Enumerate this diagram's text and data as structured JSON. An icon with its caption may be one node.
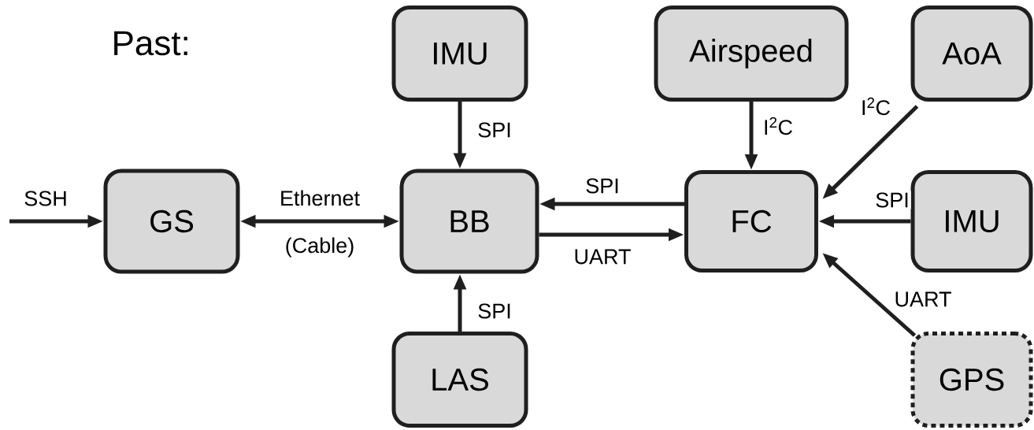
{
  "diagram": {
    "title": "Past:",
    "nodes": [
      {
        "text": [
          "IMU"
        ]
      },
      {
        "text": [
          "Airspeed"
        ]
      },
      {
        "text": [
          "AoA"
        ]
      },
      {
        "text": [
          "GS"
        ]
      },
      {
        "text": [
          "BB"
        ]
      },
      {
        "text": [
          "FC"
        ]
      },
      {
        "text": [
          "IMU"
        ]
      },
      {
        "text": [
          "LAS"
        ]
      },
      {
        "text": [
          "GPS"
        ]
      }
    ],
    "edges": [
      {
        "from": 0,
        "to": 4,
        "arrow": "to",
        "label": "SPI"
      },
      {
        "from": 1,
        "to": 5,
        "arrow": "to",
        "label": "I$^{2}$C"
      },
      {
        "from": 2,
        "to": 5,
        "arrow": "to",
        "label": "I$^{2}$C"
      },
      {
        "from": null,
        "to": 3,
        "arrow": "to",
        "label": "SSH"
      },
      {
        "from": 3,
        "to": 4,
        "arrow": "both",
        "label": "Ethernet (Cable)"
      },
      {
        "from": 5,
        "to": 4,
        "arrow": "to",
        "label": "SPI"
      },
      {
        "from": 4,
        "to": 5,
        "arrow": "to",
        "label": "UART"
      },
      {
        "from": 6,
        "to": 5,
        "arrow": "to",
        "label": "SPI"
      },
      {
        "from": 8,
        "to": 5,
        "arrow": "to",
        "label": "UART"
      },
      {
        "from": 7,
        "to": 4,
        "arrow": "to",
        "label": "SPI"
      }
    ]
  }
}
